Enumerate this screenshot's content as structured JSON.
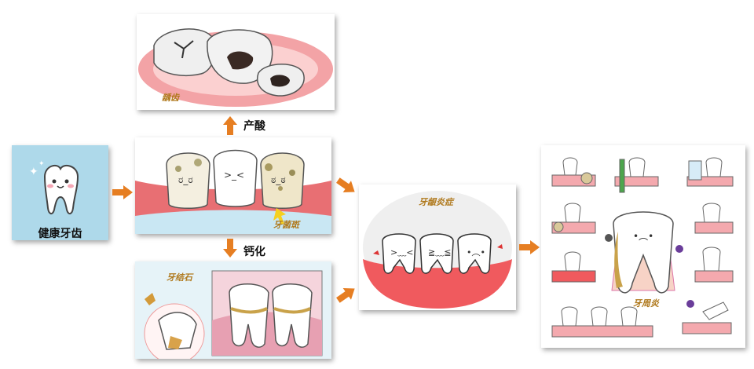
{
  "nodes": {
    "healthy": {
      "label": "健康牙齿"
    },
    "plaque": {
      "label": "牙菌斑"
    },
    "caries": {
      "label": "龋齿"
    },
    "calculus": {
      "label": "牙结石"
    },
    "gingivitis": {
      "label": "牙龈炎症"
    },
    "periodontitis": {
      "label": "牙周炎"
    }
  },
  "edges": {
    "acid": {
      "label": "产酸"
    },
    "calcify": {
      "label": "钙化"
    }
  },
  "colors": {
    "arrow": "#e67e22",
    "healthy_bg": "#aed9ea",
    "gum": "#f0787a",
    "label_gold": "#b07a1e"
  }
}
